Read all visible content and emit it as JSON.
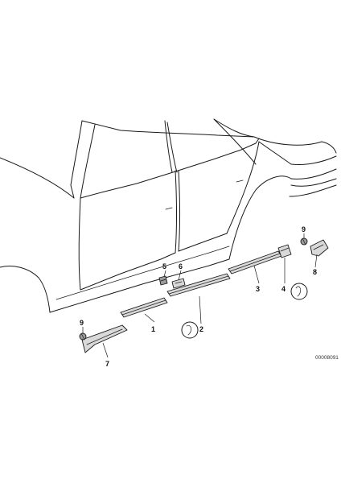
{
  "callouts": [
    {
      "id": "1",
      "label": "1"
    },
    {
      "id": "2",
      "label": "2"
    },
    {
      "id": "3",
      "label": "3"
    },
    {
      "id": "4",
      "label": "4"
    },
    {
      "id": "5",
      "label": "5"
    },
    {
      "id": "6",
      "label": "6"
    },
    {
      "id": "7",
      "label": "7"
    },
    {
      "id": "8",
      "label": "8"
    },
    {
      "id": "9a",
      "label": "9"
    },
    {
      "id": "9b",
      "label": "9"
    }
  ],
  "reference_code": "00008091"
}
